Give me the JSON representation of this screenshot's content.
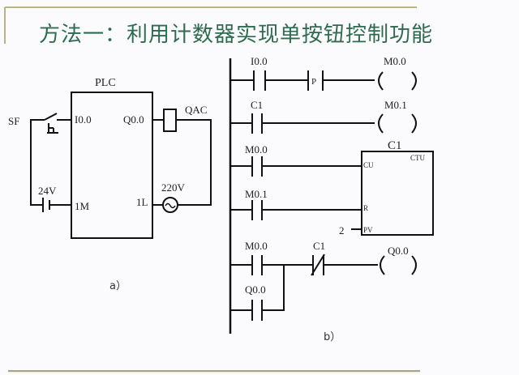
{
  "slide": {
    "title": "方法一：利用计数器实现单按钮控制功能",
    "accent_color": "#2e6b4f",
    "rule_color": "#b9b487"
  },
  "wiring_diagram": {
    "caption": "a）",
    "plc_label": "PLC",
    "input_terminal": "I0.0",
    "common_terminal": "1M",
    "output_terminal": "Q0.0",
    "output_common": "1L",
    "switch_label": "SF",
    "dc_supply": "24V",
    "coil_label": "QAC",
    "ac_supply": "220V"
  },
  "ladder_diagram": {
    "caption": "b）",
    "networks": [
      {
        "contacts": [
          {
            "label": "I0.0",
            "type": "NO"
          },
          {
            "label": "P",
            "type": "positive-edge"
          }
        ],
        "coil": "M0.0"
      },
      {
        "contacts": [
          {
            "label": "C1",
            "type": "NO"
          }
        ],
        "coil": "M0.1"
      },
      {
        "counter": {
          "name": "C1",
          "type": "CTU",
          "cu_input": {
            "label": "M0.0",
            "pin": "CU"
          },
          "r_input": {
            "label": "M0.1",
            "pin": "R"
          },
          "pv_pin": "PV",
          "pv_value": "2"
        }
      },
      {
        "contacts": [
          {
            "label": "M0.0",
            "type": "NO"
          },
          {
            "label": "C1",
            "type": "NC"
          }
        ],
        "parallel": {
          "label": "Q0.0",
          "type": "NO"
        },
        "coil": "Q0.0"
      }
    ]
  }
}
